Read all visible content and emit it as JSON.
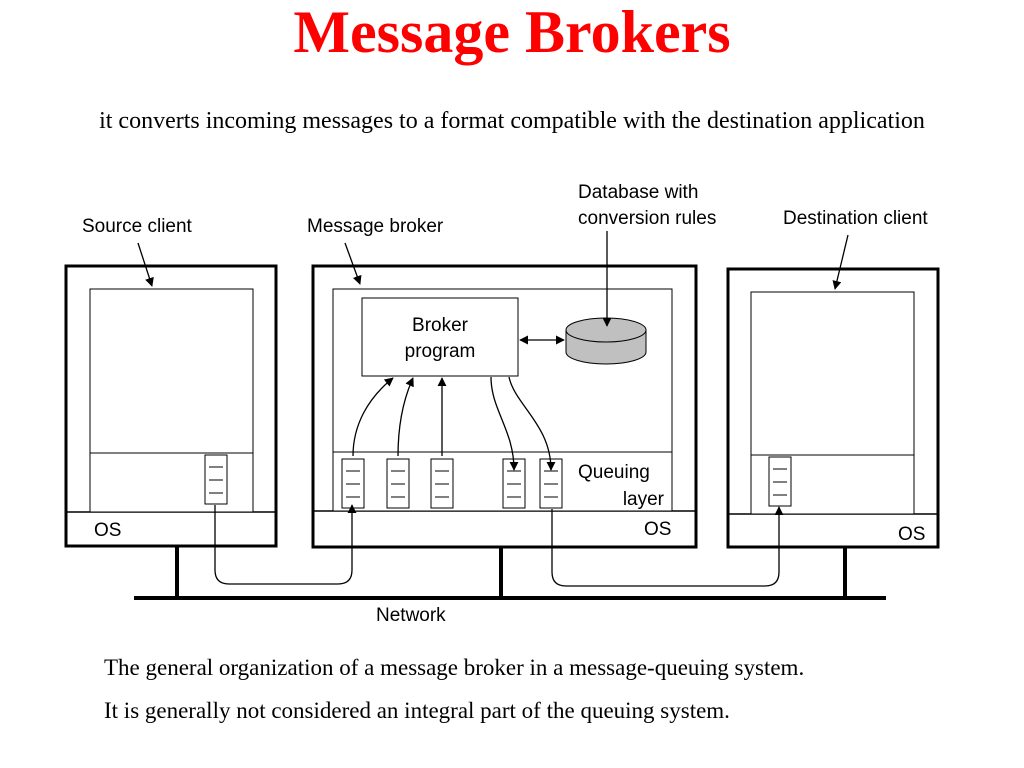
{
  "slide": {
    "title": "Message Brokers",
    "subtitle": "it converts incoming messages to a format compatible with the destination application",
    "caption_line1": "The general organization of a message broker in a message-queuing system.",
    "caption_line2": "It is generally not considered an integral part of the queuing system."
  },
  "diagram": {
    "labels": {
      "source_client": "Source client",
      "message_broker": "Message broker",
      "database_line1": "Database with",
      "database_line2": "conversion rules",
      "destination_client": "Destination client",
      "broker_line1": "Broker",
      "broker_line2": "program",
      "queuing_line1": "Queuing",
      "queuing_line2": "layer",
      "os_source": "OS",
      "os_broker": "OS",
      "os_destination": "OS",
      "network": "Network"
    },
    "colors": {
      "title": "#ff0000",
      "database_fill": "#c0c0c0",
      "line": "#000000"
    }
  }
}
